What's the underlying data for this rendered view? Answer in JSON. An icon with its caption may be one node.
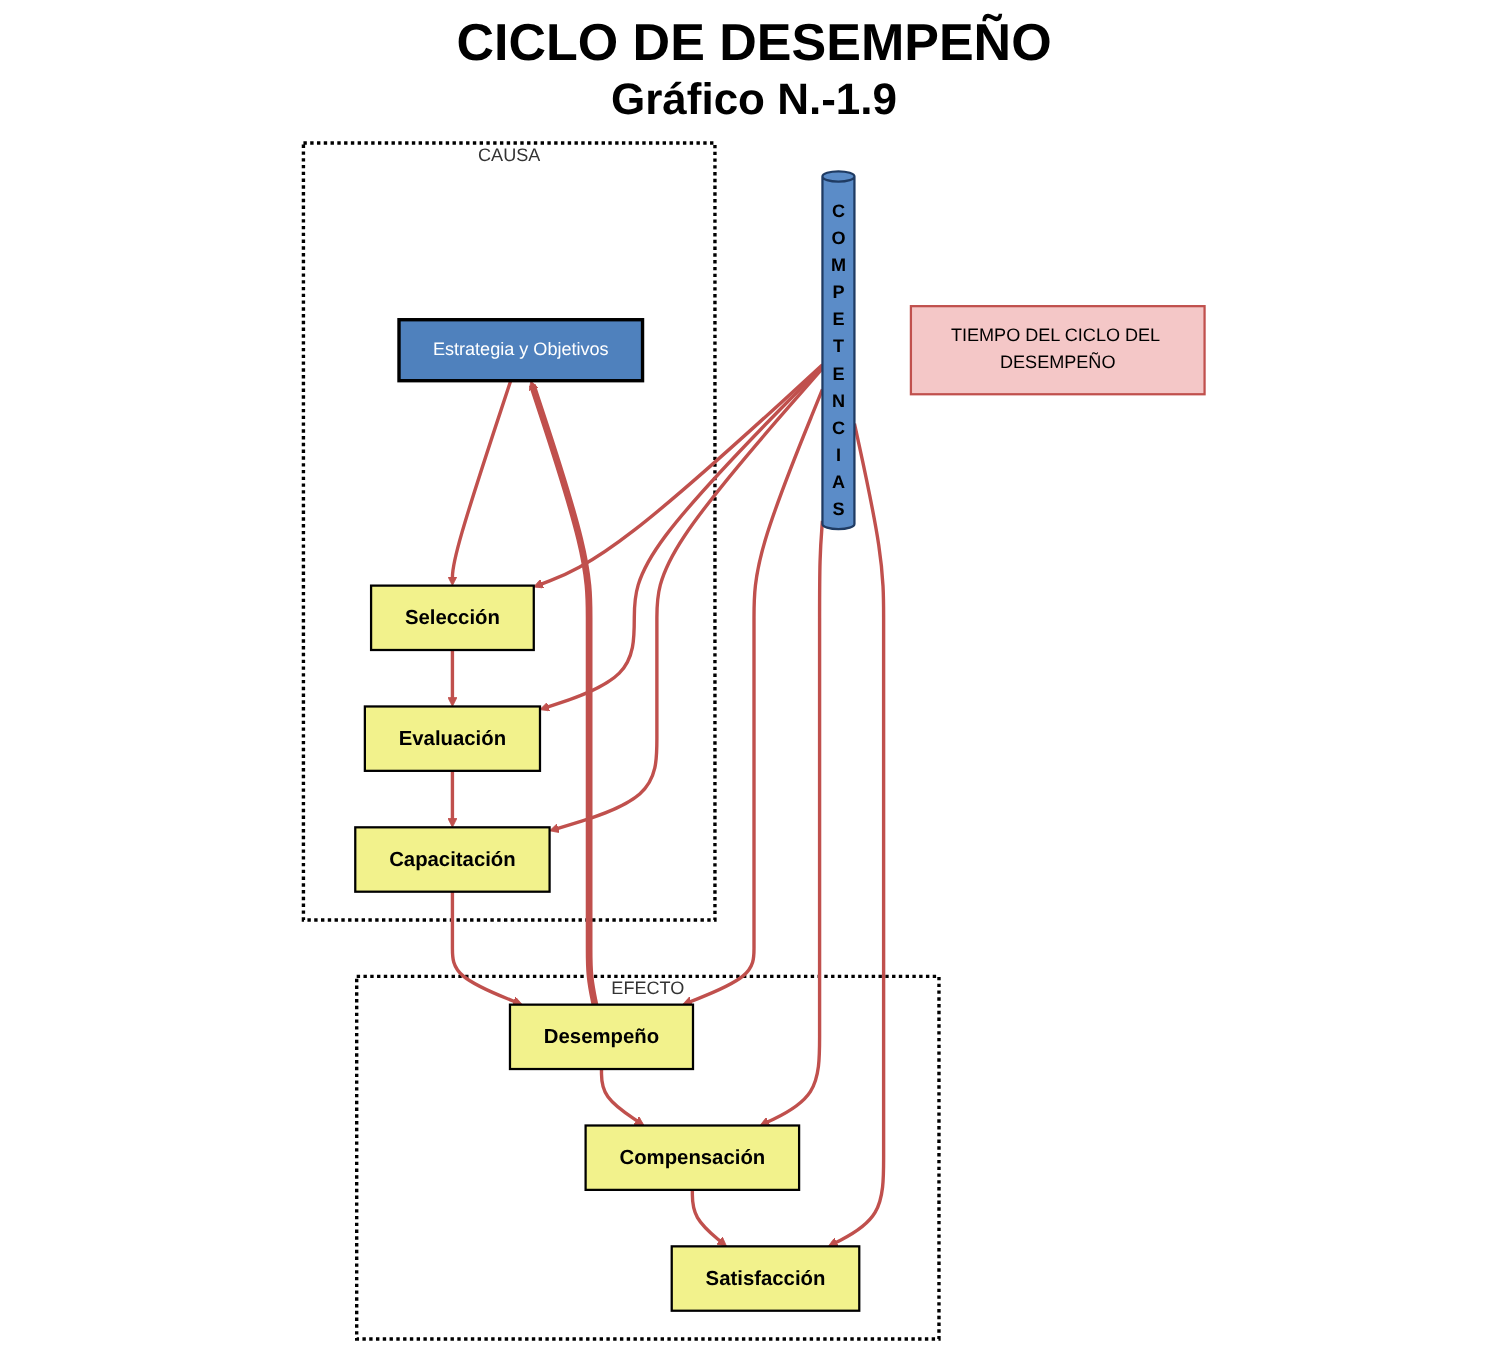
{
  "diagram": {
    "title": "CICLO DE DESEMPEÑO",
    "caption": "Gráfico N.-1.9",
    "nodes": [
      {
        "text": [
          "CAUSA"
        ]
      },
      {
        "text": [
          "Estrategia y Objetivos"
        ],
        "in": 0
      },
      {
        "text": [
          "Selección"
        ],
        "in": 0
      },
      {
        "text": [
          "Evaluación"
        ],
        "in": 0
      },
      {
        "text": [
          "Capacitación"
        ],
        "in": 0
      },
      {
        "text": [
          "EFECTO"
        ]
      },
      {
        "text": [
          "Desempeño"
        ],
        "in": 5
      },
      {
        "text": [
          "Compensación"
        ],
        "in": 5
      },
      {
        "text": [
          "Satisfacción"
        ],
        "in": 5
      },
      {
        "text": [
          "COMPETENCIAS"
        ]
      },
      {
        "text": [
          "TIEMPO DEL CICLO DEL DESEMPEÑO"
        ]
      }
    ],
    "edges": [
      {
        "from": 1,
        "to": 2,
        "arrow": "to"
      },
      {
        "from": 2,
        "to": 3,
        "arrow": "to"
      },
      {
        "from": 3,
        "to": 4,
        "arrow": "to"
      },
      {
        "from": 4,
        "to": 6,
        "arrow": "to"
      },
      {
        "from": 6,
        "to": 7,
        "arrow": "to"
      },
      {
        "from": 7,
        "to": 8,
        "arrow": "to"
      },
      {
        "from": 9,
        "to": 2,
        "arrow": "to"
      },
      {
        "from": 9,
        "to": 3,
        "arrow": "to"
      },
      {
        "from": 9,
        "to": 4,
        "arrow": "to"
      },
      {
        "from": 9,
        "to": 6,
        "arrow": "to"
      },
      {
        "from": 9,
        "to": 7,
        "arrow": "to"
      },
      {
        "from": 9,
        "to": 8,
        "arrow": "to"
      },
      {
        "from": 6,
        "to": 1,
        "arrow": "to",
        "style": "thick"
      }
    ]
  }
}
